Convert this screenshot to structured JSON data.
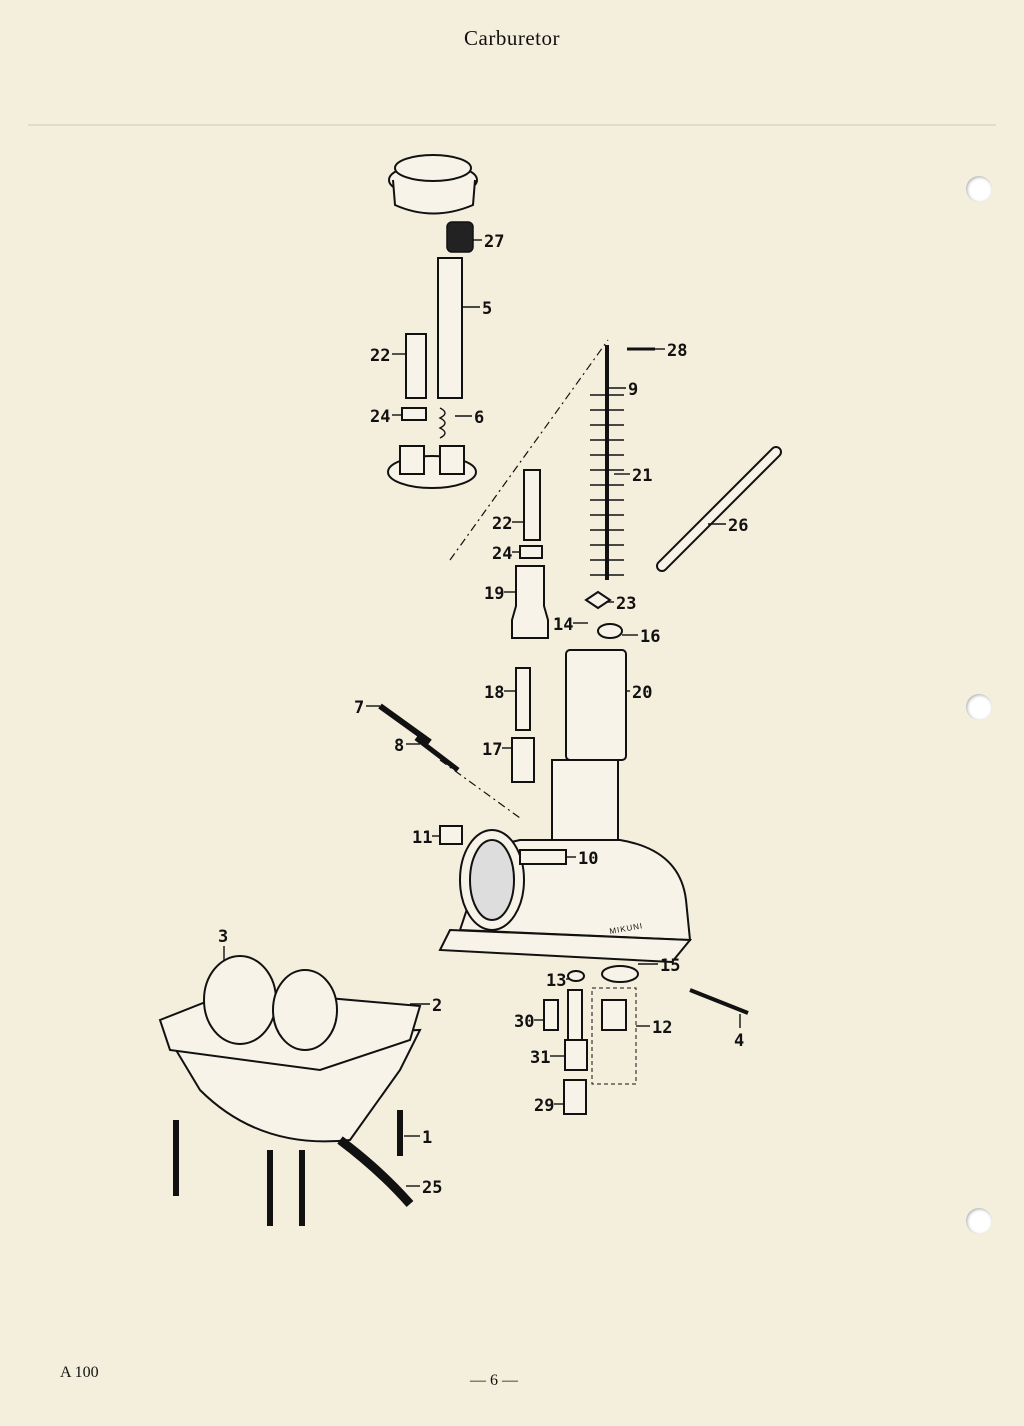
{
  "page": {
    "title": "Carburetor",
    "model": "A 100",
    "page_number": "— 6 —"
  },
  "diagram": {
    "brand_mark": "MIKUNI",
    "callouts": {
      "c27": "27",
      "c5": "5",
      "c22a": "22",
      "c24a": "24",
      "c6": "6",
      "c28": "28",
      "c9": "9",
      "c21": "21",
      "c26": "26",
      "c22b": "22",
      "c24b": "24",
      "c19": "19",
      "c23": "23",
      "c14": "14",
      "c16": "16",
      "c18": "18",
      "c20": "20",
      "c7": "7",
      "c8": "8",
      "c17": "17",
      "c11": "11",
      "c10": "10",
      "c15": "15",
      "c13": "13",
      "c2": "2",
      "c3": "3",
      "c12": "12",
      "c30": "30",
      "c4": "4",
      "c31": "31",
      "c29": "29",
      "c1": "1",
      "c25": "25"
    }
  }
}
